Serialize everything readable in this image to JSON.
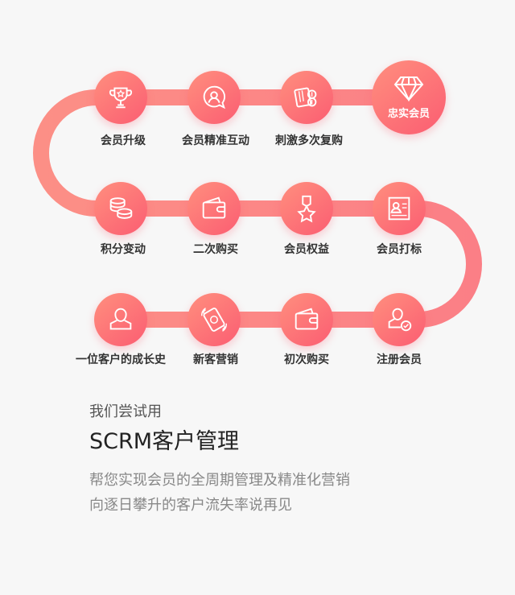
{
  "brand": {
    "start": "#ff9a7a",
    "end": "#f96178",
    "track": "#fb8a86"
  },
  "steps_row1": [
    {
      "label": "会员升级",
      "icon": "trophy-icon"
    },
    {
      "label": "会员精准互动",
      "icon": "chat-user-icon"
    },
    {
      "label": "刺激多次复购",
      "icon": "cards-coins-icon"
    },
    {
      "label": "忠实会员",
      "icon": "diamond-icon"
    }
  ],
  "steps_row2": [
    {
      "label": "积分变动",
      "icon": "coin-stack-icon"
    },
    {
      "label": "二次购买",
      "icon": "wallet-icon"
    },
    {
      "label": "会员权益",
      "icon": "medal-star-icon"
    },
    {
      "label": "会员打标",
      "icon": "id-card-icon"
    }
  ],
  "steps_row3": [
    {
      "label": "一位客户的成长史",
      "icon": "user-icon"
    },
    {
      "label": "新客营销",
      "icon": "phone-coin-icon"
    },
    {
      "label": "初次购买",
      "icon": "wallet-icon"
    },
    {
      "label": "注册会员",
      "icon": "user-check-icon"
    }
  ],
  "intro": {
    "subtitle": "我们尝试用",
    "title": "SCRM客户管理",
    "desc_line1": "帮您实现会员的全周期管理及精准化营销",
    "desc_line2": "向逐日攀升的客户流失率说再见"
  }
}
